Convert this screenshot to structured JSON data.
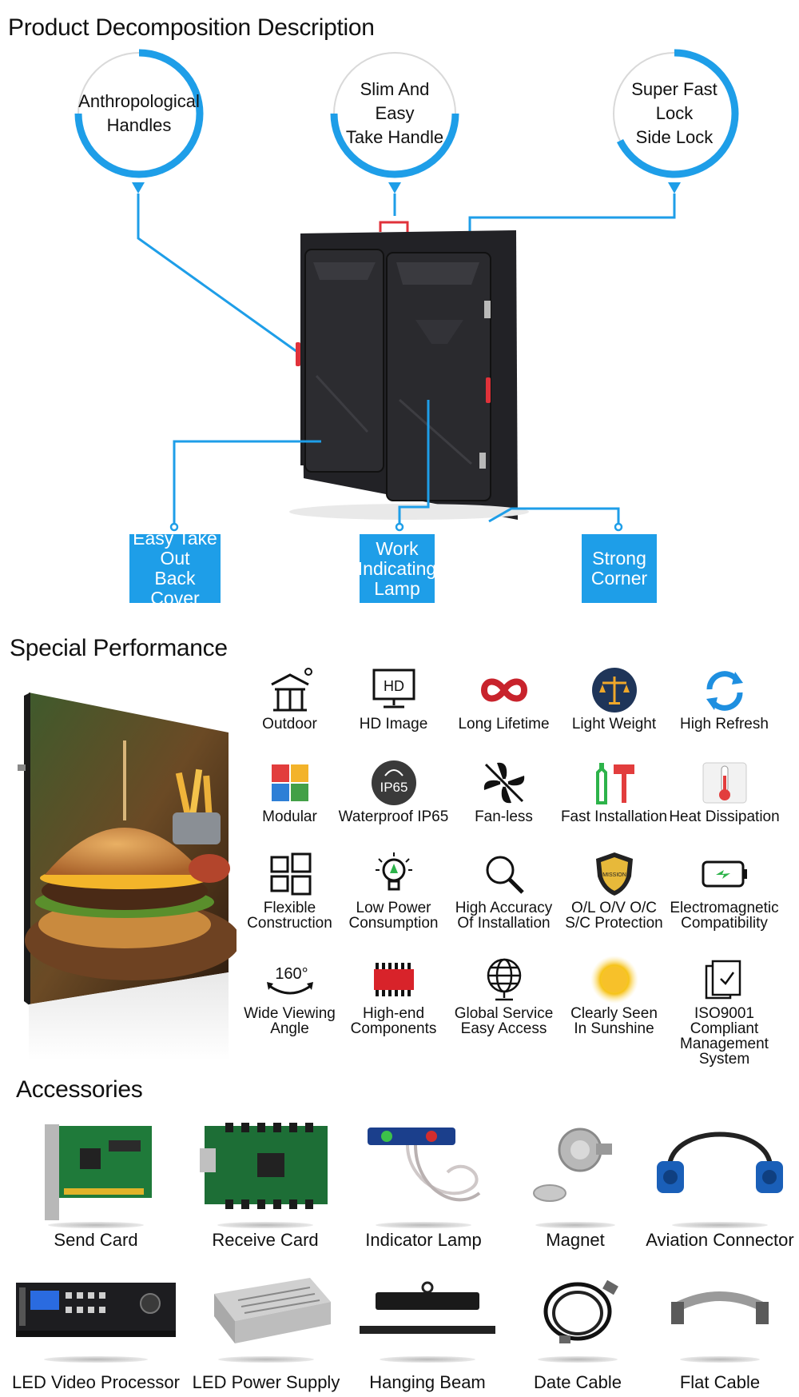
{
  "sections": {
    "decomposition_title": "Product Decomposition Description",
    "performance_title": "Special Performance",
    "accessories_title": "Accessories"
  },
  "decomposition": {
    "circles": [
      {
        "label": "Anthropological\nHandles"
      },
      {
        "label": "Slim And Easy\nTake Handle"
      },
      {
        "label": "Super Fast\nLock\nSide Lock"
      }
    ],
    "callouts": [
      {
        "label": "Easy Take\nOut\nBack Cover"
      },
      {
        "label": "Work\nIndicating\nLamp"
      },
      {
        "label": "Strong\nCorner"
      }
    ],
    "accent_color": "#1e9ee8"
  },
  "performance": {
    "items": [
      {
        "label": "Outdoor",
        "icon": "outdoor-pavilion-icon"
      },
      {
        "label": "HD Image",
        "icon": "hd-monitor-icon"
      },
      {
        "label": "Long Lifetime",
        "icon": "infinity-icon"
      },
      {
        "label": "Light Weight",
        "icon": "scale-icon"
      },
      {
        "label": "High Refresh",
        "icon": "refresh-icon"
      },
      {
        "label": "Modular",
        "icon": "puzzle-icon"
      },
      {
        "label": "Waterproof IP65",
        "icon": "ip65-icon"
      },
      {
        "label": "Fan-less",
        "icon": "fan-off-icon"
      },
      {
        "label": "Fast Installation",
        "icon": "tools-icon"
      },
      {
        "label": "Heat Dissipation",
        "icon": "thermometer-icon"
      },
      {
        "label": "Flexible\nConstruction",
        "icon": "windows-grid-icon"
      },
      {
        "label": "Low Power\nConsumption",
        "icon": "bulb-icon"
      },
      {
        "label": "High Accuracy\nOf Installation",
        "icon": "magnifier-icon"
      },
      {
        "label": "O/L O/V O/C\nS/C Protection",
        "icon": "shield-icon"
      },
      {
        "label": "Electromagnetic\nCompatibility",
        "icon": "battery-icon"
      },
      {
        "label": "Wide Viewing\nAngle",
        "icon": "angle-160-icon"
      },
      {
        "label": "High-end\nComponents",
        "icon": "chip-icon"
      },
      {
        "label": "Global Service\nEasy Access",
        "icon": "globe-icon"
      },
      {
        "label": "Clearly Seen\nIn Sunshine",
        "icon": "sun-icon"
      },
      {
        "label": "ISO9001 Compliant\nManagement System",
        "icon": "certificate-icon"
      }
    ],
    "angle_text": "160°",
    "ip_text": "IP65",
    "hd_text": "HD",
    "mission_text": "MISSION"
  },
  "accessories": {
    "items": [
      {
        "label": "Send Card"
      },
      {
        "label": "Receive Card"
      },
      {
        "label": "Indicator Lamp"
      },
      {
        "label": "Magnet"
      },
      {
        "label": "Aviation Connector"
      },
      {
        "label": "LED Video Processor"
      },
      {
        "label": "LED Power Supply"
      },
      {
        "label": "Hanging Beam"
      },
      {
        "label": "Date Cable"
      },
      {
        "label": "Flat Cable"
      }
    ]
  }
}
